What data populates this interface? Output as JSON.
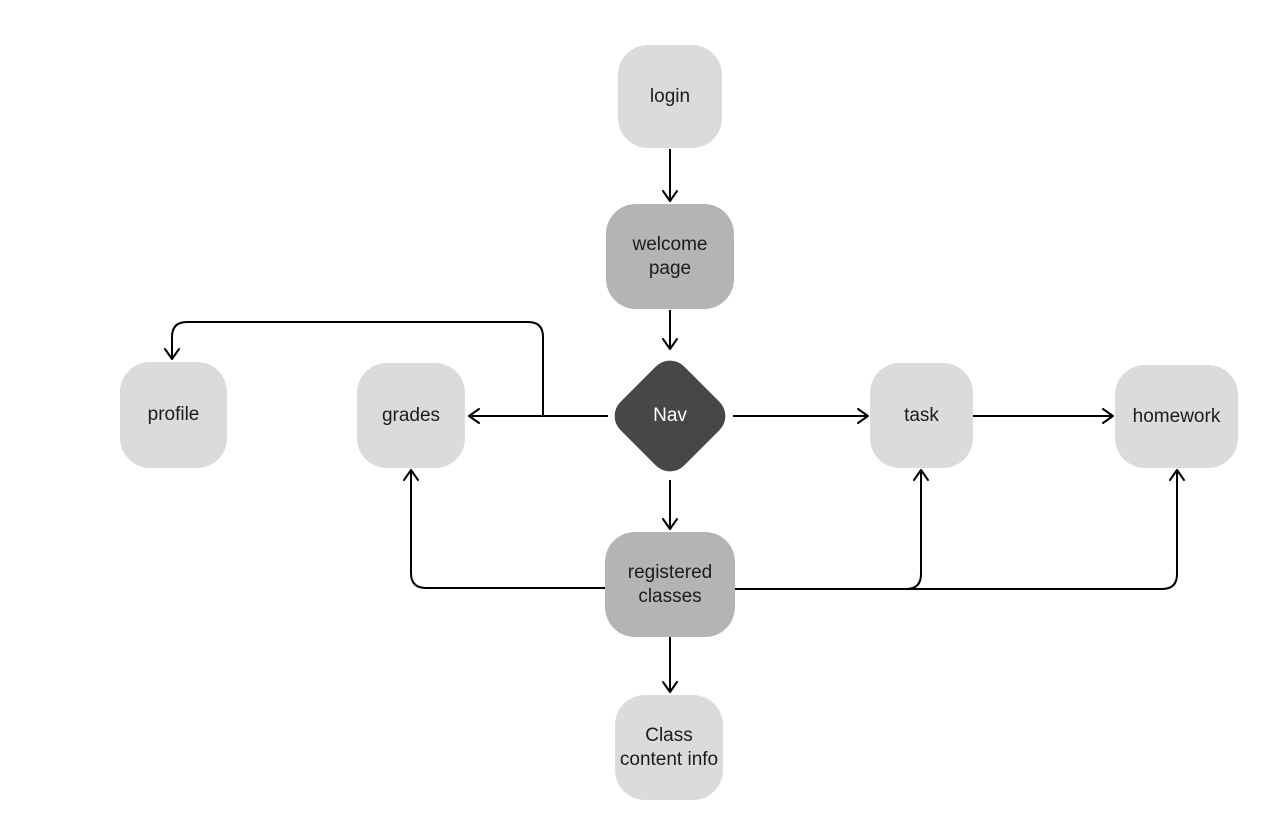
{
  "diagram": {
    "type": "flowchart",
    "colors": {
      "background": "#ffffff",
      "light_node": "#dbdbdb",
      "medium_node": "#b4b4b4",
      "dark_node": "#474747",
      "edge": "#000000",
      "text_dark": "#1c1c1c",
      "text_light": "#ffffff"
    },
    "nodes": {
      "login": {
        "label": "login",
        "shape": "rounded-rect",
        "fill": "#dbdbdb"
      },
      "welcome_page": {
        "label": "welcome page",
        "shape": "rounded-rect",
        "fill": "#b4b4b4"
      },
      "nav": {
        "label": "Nav",
        "shape": "diamond",
        "fill": "#474747"
      },
      "profile": {
        "label": "profile",
        "shape": "rounded-rect",
        "fill": "#dbdbdb"
      },
      "grades": {
        "label": "grades",
        "shape": "rounded-rect",
        "fill": "#dbdbdb"
      },
      "task": {
        "label": "task",
        "shape": "rounded-rect",
        "fill": "#dbdbdb"
      },
      "homework": {
        "label": "homework",
        "shape": "rounded-rect",
        "fill": "#dbdbdb"
      },
      "registered_classes": {
        "label": "registered classes",
        "shape": "rounded-rect",
        "fill": "#b4b4b4"
      },
      "class_content_info": {
        "label": "Class content info",
        "shape": "rounded-rect",
        "fill": "#dbdbdb"
      }
    },
    "edges": [
      {
        "from": "login",
        "to": "welcome page"
      },
      {
        "from": "welcome page",
        "to": "Nav"
      },
      {
        "from": "Nav",
        "to": "profile"
      },
      {
        "from": "Nav",
        "to": "grades"
      },
      {
        "from": "Nav",
        "to": "task"
      },
      {
        "from": "Nav",
        "to": "registered classes"
      },
      {
        "from": "task",
        "to": "homework"
      },
      {
        "from": "registered classes",
        "to": "grades"
      },
      {
        "from": "registered classes",
        "to": "task"
      },
      {
        "from": "registered classes",
        "to": "homework"
      },
      {
        "from": "registered classes",
        "to": "Class content info"
      }
    ]
  }
}
